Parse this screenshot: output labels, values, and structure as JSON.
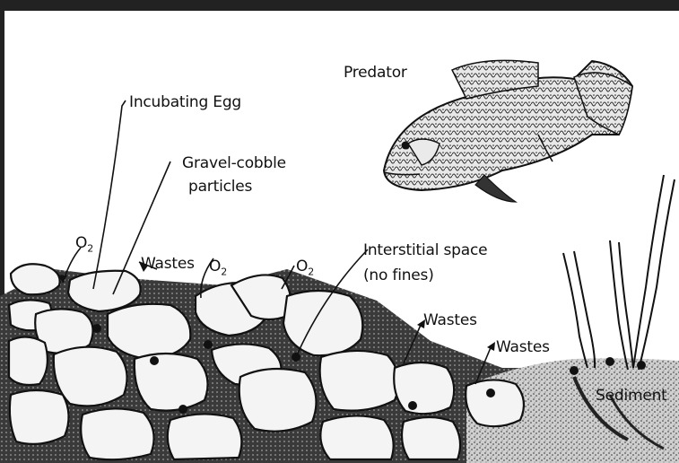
{
  "diagram": {
    "labels": {
      "predator": "Predator",
      "incubating_egg": "Incubating Egg",
      "gravel_line1": "Gravel-cobble",
      "gravel_line2": "particles",
      "o2_left": "O",
      "o2_middle": "O",
      "o2_right": "O",
      "o2_subscript": "2",
      "wastes_top": "Wastes",
      "interstitial_line1": "Interstitial space",
      "interstitial_line2": "(no fines)",
      "wastes_mid": "Wastes",
      "wastes_right": "Wastes",
      "sediment": "Sediment"
    },
    "colors": {
      "ink": "#111111",
      "rock_fill": "#f4f4f4",
      "sediment": "#9a9a9a",
      "frame": "#222222"
    }
  }
}
